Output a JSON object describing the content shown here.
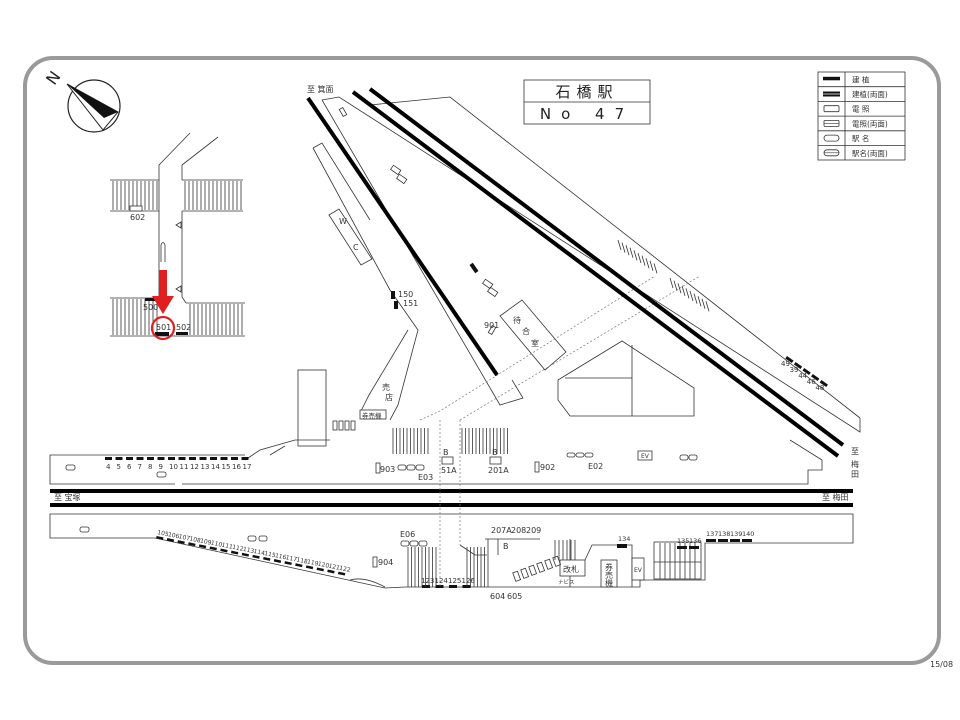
{
  "title": {
    "station": "石橋駅",
    "number": "No 47"
  },
  "page_number": "15/08",
  "compass": {
    "label": "N"
  },
  "legend": [
    {
      "icon": "ad-single-icon",
      "label": "建 植"
    },
    {
      "icon": "ad-double-icon",
      "label": "建植(両面)"
    },
    {
      "icon": "light-single-icon",
      "label": "電 照"
    },
    {
      "icon": "light-double-icon",
      "label": "電照(両面)"
    },
    {
      "icon": "station-name-single-icon",
      "label": "駅 名"
    },
    {
      "icon": "station-name-double-icon",
      "label": "駅名(両面)"
    }
  ],
  "directions": {
    "minoo": "至 箕面",
    "takarazuka": "至 宝塚",
    "umeda": "至 梅田",
    "umeda_vertical_1": "至",
    "umeda_vertical_2": "梅",
    "umeda_vertical_3": "田"
  },
  "facilities": {
    "waiting_room": [
      "待",
      "合",
      "室"
    ],
    "wc_w": "W",
    "wc_c": "C",
    "kiosk": [
      "売",
      "店"
    ],
    "ticket_machine_upper": "券売機",
    "ticket_gate": "改札",
    "ticket_machine_lower": [
      "券",
      "売",
      "機"
    ],
    "ev_upper": "EV",
    "ev_lower": "EV",
    "navi": "ナビス",
    "b1": "B",
    "b2": "B",
    "b3": "B"
  },
  "highlight": {
    "marker": "501",
    "color": "#e02020"
  },
  "inset_labels": [
    "602",
    "500",
    "501",
    "502"
  ],
  "upper_platform_ads": [
    "4",
    "5",
    "6",
    "7",
    "8",
    "9",
    "10",
    "11",
    "12",
    "13",
    "14",
    "15",
    "16",
    "17"
  ],
  "lower_platform_ads": [
    "105",
    "106",
    "107",
    "108",
    "109",
    "110",
    "111",
    "112",
    "113",
    "114",
    "115",
    "116",
    "117",
    "118",
    "119",
    "120",
    "121",
    "122"
  ],
  "concourse_ads": [
    "123",
    "124",
    "125",
    "126"
  ],
  "misc_labels": {
    "l150": "150",
    "l151": "151",
    "l901": "901",
    "l903": "903",
    "l904": "904",
    "l902": "902",
    "e03": "E03",
    "e02": "E02",
    "e06": "E06",
    "l51a": "51A",
    "l201a": "201A",
    "l604": "604",
    "l605": "605",
    "l207a": "207A",
    "l208": "208",
    "l209": "209",
    "l134": "134",
    "l135": "135",
    "l136": "136",
    "l137": "137",
    "l138": "138",
    "l139": "139",
    "l140": "140"
  },
  "minoo_platform_ads": [
    "49",
    "39",
    "44",
    "46",
    "48"
  ]
}
